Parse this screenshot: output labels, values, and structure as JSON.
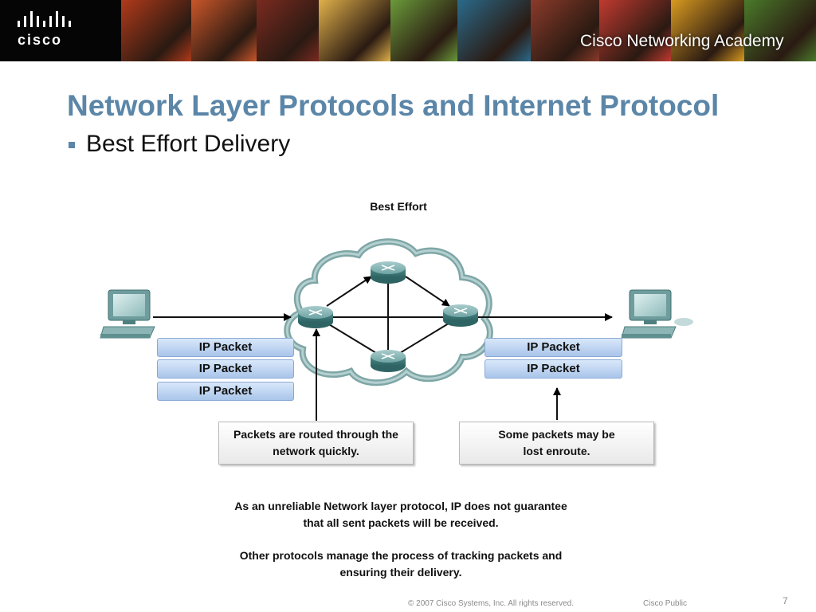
{
  "banner": {
    "logo_text": "cisco",
    "academy_text": "Cisco Networking Academy",
    "photo_tints": [
      "#b03a1a",
      "#c9562a",
      "#7a2a20",
      "#e0b04a",
      "#6a9a3a",
      "#2a6a8a",
      "#8a3a2a",
      "#c03a30",
      "#d89a20",
      "#4a7a2a"
    ]
  },
  "slide": {
    "title": "Network Layer Protocols and Internet Protocol",
    "bullet": "Best Effort Delivery"
  },
  "diagram": {
    "title": "Best Effort",
    "left_packets": [
      "IP Packet",
      "IP Packet",
      "IP Packet"
    ],
    "right_packets": [
      "IP Packet",
      "IP Packet"
    ],
    "callout_left": [
      "Packets are routed through the",
      "network quickly."
    ],
    "callout_right": [
      "Some packets may be",
      "lost enroute."
    ]
  },
  "caption": {
    "para1_line1": "As an unreliable Network layer protocol, IP does not guarantee",
    "para1_line2": "that all sent packets will be received.",
    "para2_line1": "Other protocols manage the process of tracking packets and",
    "para2_line2": "ensuring their delivery."
  },
  "footer": {
    "copyright": "© 2007 Cisco Systems, Inc. All rights reserved.",
    "classification": "Cisco Public",
    "page_number": "7"
  },
  "colors": {
    "title": "#5b86a8",
    "packet_fill": "#b8d0ee",
    "router": "#5f9a9a",
    "cloud_outline": "#7fa6a6"
  }
}
